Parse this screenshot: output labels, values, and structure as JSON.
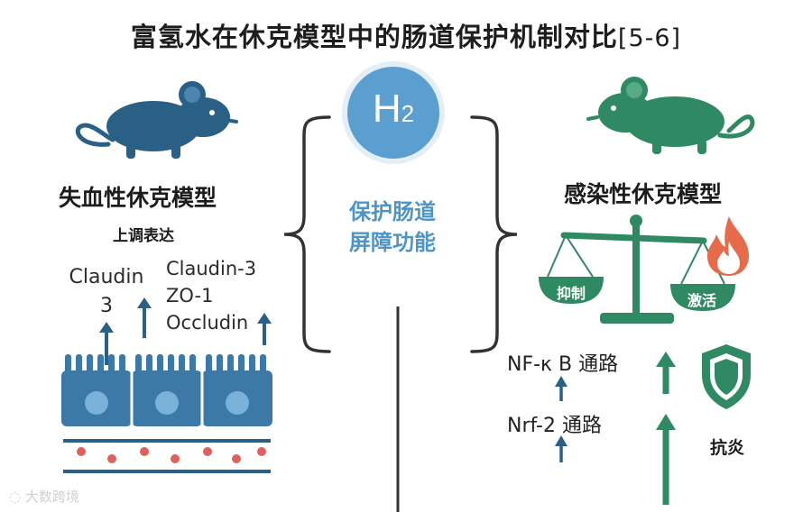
{
  "title": "富氢水在休克模型中的肠道保护机制对比",
  "title_ref": "[5-6]",
  "center": {
    "h2_symbol": "H",
    "h2_subscript": "2",
    "text_line1": "保护肠道",
    "text_line2": "屏障功能"
  },
  "left": {
    "model_title": "失血性休克模型",
    "action": "上调表达",
    "protein_big_line1": "Claudin",
    "protein_big_line2": "3",
    "protein_1": "Claudin-3",
    "protein_2": "ZO-1",
    "protein_3": "Occludin"
  },
  "right": {
    "model_title": "感染性休克模型",
    "pan_left": "抑制",
    "pan_right": "激活",
    "pathway_1": "NF-κ B 通路",
    "pathway_2": "Nrf-2  通路",
    "shield_label": "抗炎"
  },
  "watermark": "大数跨境",
  "colors": {
    "blue_dark": "#2a5f86",
    "blue_light": "#4c95c8",
    "green": "#2f8a64",
    "red_dot": "#e06060"
  }
}
